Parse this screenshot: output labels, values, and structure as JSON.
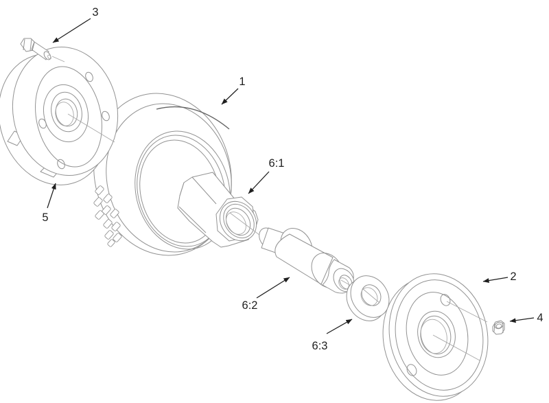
{
  "figure": {
    "background": "#ffffff",
    "part_line_color": "#929292",
    "callout_color": "#1f1f1f"
  },
  "callouts": {
    "c1": "1",
    "c2": "2",
    "c3": "3",
    "c4": "4",
    "c5": "5",
    "c6_1": "6:1",
    "c6_2": "6:2",
    "c6_3": "6:3"
  }
}
